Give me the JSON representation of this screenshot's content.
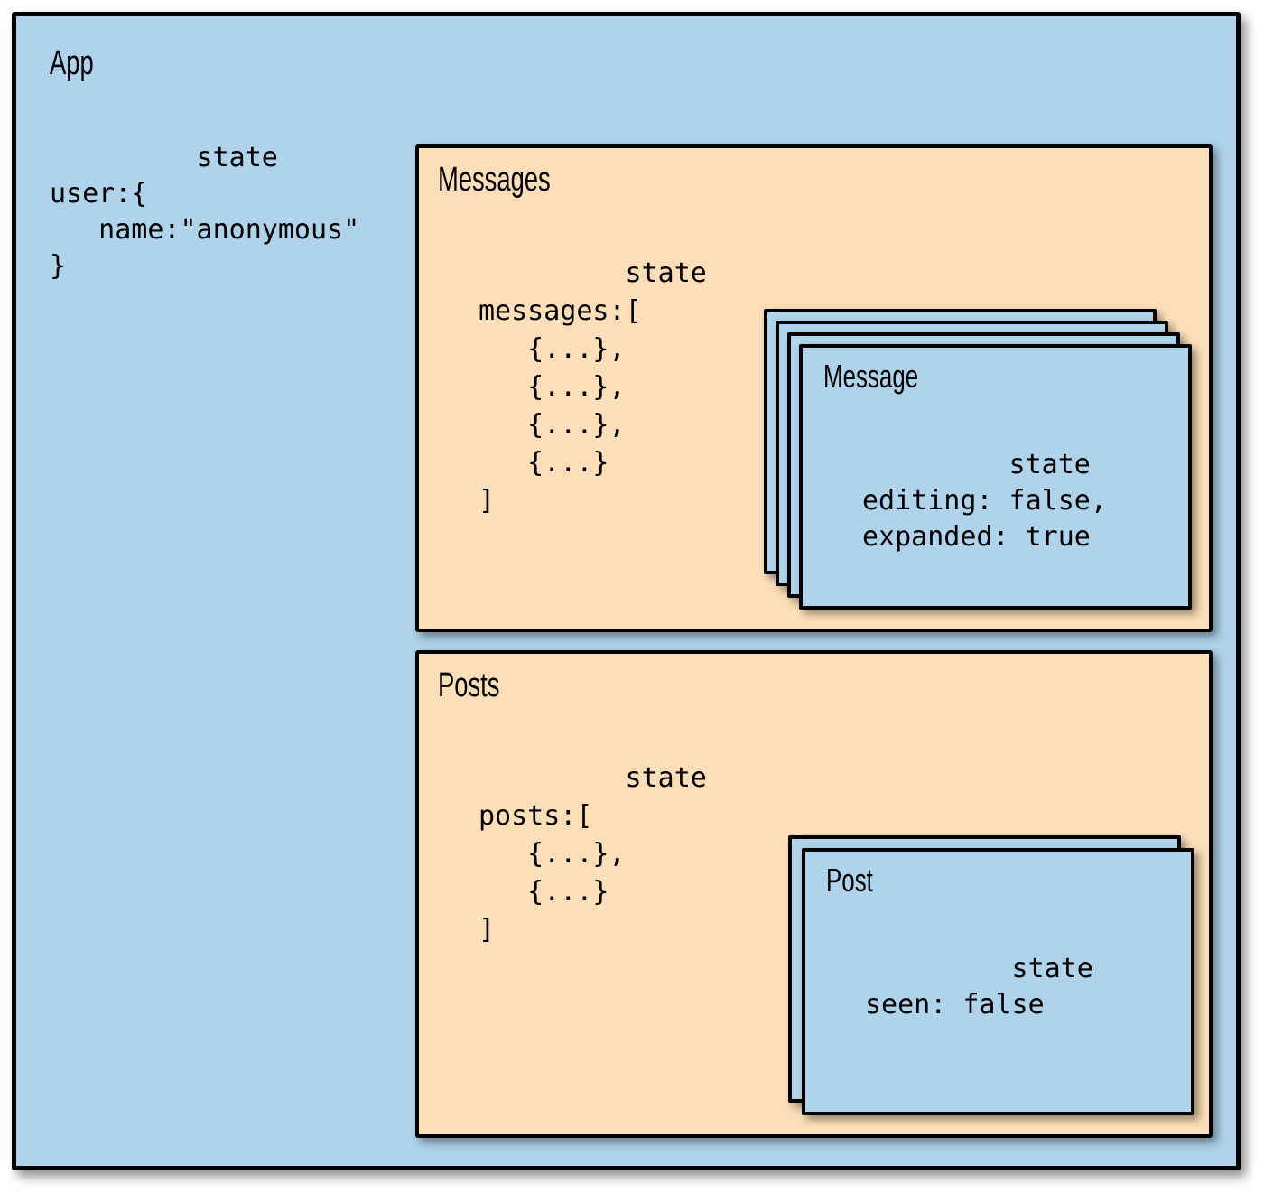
{
  "diagram": {
    "app": {
      "title": "App",
      "state_code": "         state\nuser:{\n   name:\"anonymous\"\n}"
    },
    "messages": {
      "title": "Messages",
      "state_code": "         state\nmessages:[\n   {...},\n   {...},\n   {...},\n   {...}\n]"
    },
    "message": {
      "title": "Message",
      "state_code": "         state\nediting: false,\nexpanded: true"
    },
    "posts": {
      "title": "Posts",
      "state_code": "         state\nposts:[\n   {...},\n   {...}\n]"
    },
    "post": {
      "title": "Post",
      "state_code": "         state\nseen: false"
    }
  },
  "colors": {
    "component_fill": "#AED3EB",
    "container_fill": "#FCDEB8",
    "border": "#000000"
  }
}
